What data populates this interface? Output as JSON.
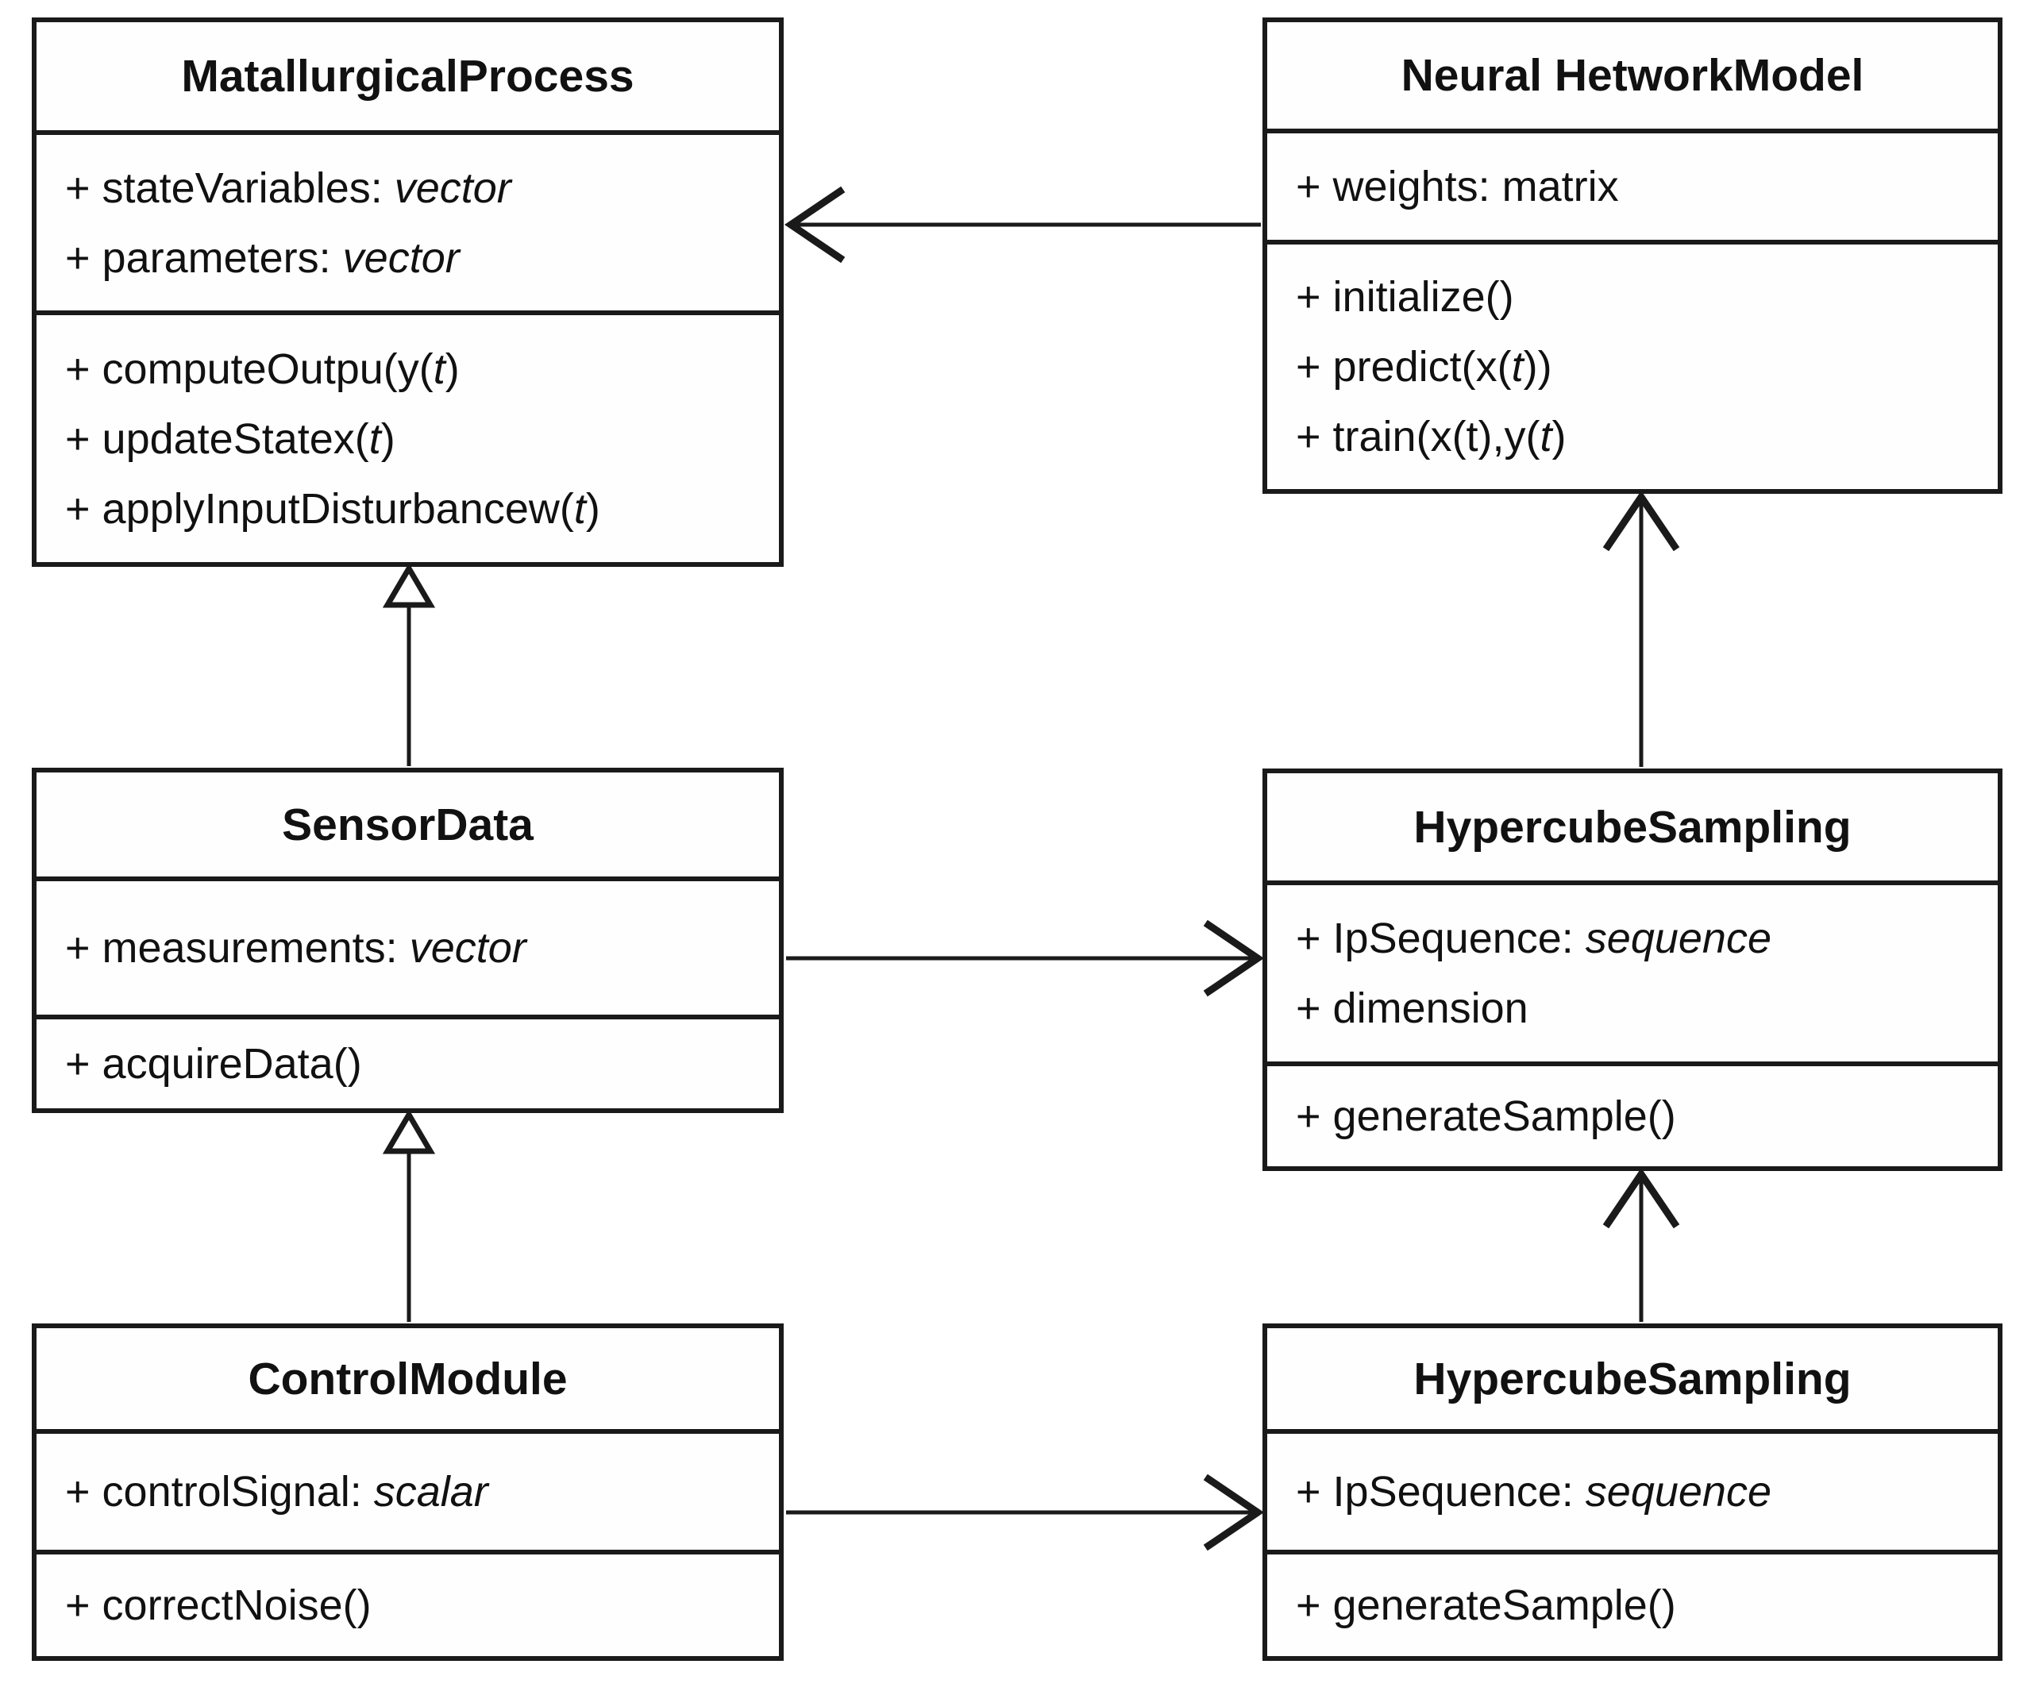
{
  "classes": [
    {
      "name": "MatallurgicalProcess",
      "attributes": [
        {
          "pre": "+ stateVariables: ",
          "it": "vector",
          "post": ""
        },
        {
          "pre": "+ parameters: ",
          "it": "vector",
          "post": ""
        }
      ],
      "methods": [
        {
          "pre": "+ computeOutpu(y(",
          "it": "t",
          "post": ")"
        },
        {
          "pre": "+ updateStatex(",
          "it": "t",
          "post": ")"
        },
        {
          "pre": "+ applyInputDisturbancew(",
          "it": "t",
          "post": ")"
        }
      ]
    },
    {
      "name": "Neural HetworkModel",
      "attributes": [
        {
          "pre": "+ weights: matrix",
          "it": "",
          "post": ""
        }
      ],
      "methods": [
        {
          "pre": "+ initialize()",
          "it": "",
          "post": ""
        },
        {
          "pre": "+ predict(x(",
          "it": "t",
          "post": "))"
        },
        {
          "pre": "+ train(x(t),y(",
          "it": "t",
          "post": ")"
        }
      ]
    },
    {
      "name": "SensorData",
      "attributes": [
        {
          "pre": "+ measurements: ",
          "it": "vector",
          "post": ""
        }
      ],
      "methods": [
        {
          "pre": "+ acquireData()",
          "it": "",
          "post": ""
        }
      ]
    },
    {
      "name": "HypercubeSampling",
      "attributes": [
        {
          "pre": "+ IpSequence: ",
          "it": "sequence",
          "post": ""
        },
        {
          "pre": "+ dimension",
          "it": "",
          "post": ""
        }
      ],
      "methods": [
        {
          "pre": "+ generateSample()",
          "it": "",
          "post": ""
        }
      ]
    },
    {
      "name": "ControlModule",
      "attributes": [
        {
          "pre": "+ controlSignal: ",
          "it": "scalar",
          "post": ""
        }
      ],
      "methods": [
        {
          "pre": "+ correctNoise()",
          "it": "",
          "post": ""
        }
      ]
    },
    {
      "name": "HypercubeSampling",
      "attributes": [
        {
          "pre": "+ IpSequence: ",
          "it": "sequence",
          "post": ""
        }
      ],
      "methods": [
        {
          "pre": "+ generateSample()",
          "it": "",
          "post": ""
        }
      ]
    }
  ],
  "relations": [
    {
      "from": "Neural HetworkModel",
      "to": "MatallurgicalProcess",
      "type": "directed association",
      "arrowhead": "open"
    },
    {
      "from": "SensorData",
      "to": "MatallurgicalProcess",
      "type": "generalization",
      "arrowhead": "hollow triangle"
    },
    {
      "from": "SensorData",
      "to": "HypercubeSampling (middle)",
      "type": "directed association",
      "arrowhead": "open"
    },
    {
      "from": "ControlModule",
      "to": "SensorData",
      "type": "generalization",
      "arrowhead": "hollow triangle"
    },
    {
      "from": "ControlModule",
      "to": "HypercubeSampling (bottom)",
      "type": "directed association",
      "arrowhead": "open"
    },
    {
      "from": "HypercubeSampling (bottom)",
      "to": "HypercubeSampling (middle)",
      "type": "directed association",
      "arrowhead": "open"
    },
    {
      "from": "HypercubeSampling (middle)",
      "to": "Neural HetworkModel",
      "type": "directed association",
      "arrowhead": "open"
    }
  ],
  "colors": {
    "line": "#1a1a1a",
    "background": "#ffffff",
    "box_fill": "#fefefe",
    "text": "#111111"
  }
}
